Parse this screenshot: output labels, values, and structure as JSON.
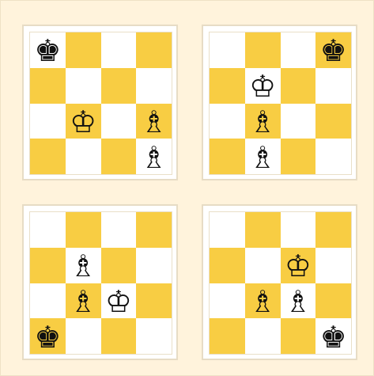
{
  "colors": {
    "page_bg": "#fff3dc",
    "panel_border": "#e7dcc5",
    "light_square": "#ffffff",
    "dark_square": "#f8cd43"
  },
  "icons": {
    "black_king": "♚",
    "white_king": "♔",
    "white_bishop": "♗"
  },
  "boards": [
    {
      "id": "top-left",
      "rows": [
        [
          {
            "piece": "black_king",
            "glyph": "♚"
          },
          null,
          null,
          null
        ],
        [
          null,
          null,
          null,
          null
        ],
        [
          null,
          {
            "piece": "white_king",
            "glyph": "♔"
          },
          null,
          {
            "piece": "white_bishop",
            "glyph": "♗"
          }
        ],
        [
          null,
          null,
          null,
          {
            "piece": "white_bishop",
            "glyph": "♗"
          }
        ]
      ]
    },
    {
      "id": "top-right",
      "rows": [
        [
          null,
          null,
          null,
          {
            "piece": "black_king",
            "glyph": "♚"
          }
        ],
        [
          null,
          {
            "piece": "white_king",
            "glyph": "♔"
          },
          null,
          null
        ],
        [
          null,
          {
            "piece": "white_bishop",
            "glyph": "♗"
          },
          null,
          null
        ],
        [
          null,
          {
            "piece": "white_bishop",
            "glyph": "♗"
          },
          null,
          null
        ]
      ]
    },
    {
      "id": "bottom-left",
      "rows": [
        [
          null,
          null,
          null,
          null
        ],
        [
          null,
          {
            "piece": "white_bishop",
            "glyph": "♗"
          },
          null,
          null
        ],
        [
          null,
          {
            "piece": "white_bishop",
            "glyph": "♗"
          },
          {
            "piece": "white_king",
            "glyph": "♔"
          },
          null
        ],
        [
          {
            "piece": "black_king",
            "glyph": "♚"
          },
          null,
          null,
          null
        ]
      ]
    },
    {
      "id": "bottom-right",
      "rows": [
        [
          null,
          null,
          null,
          null
        ],
        [
          null,
          null,
          {
            "piece": "white_king",
            "glyph": "♔"
          },
          null
        ],
        [
          null,
          {
            "piece": "white_bishop",
            "glyph": "♗"
          },
          {
            "piece": "white_bishop",
            "glyph": "♗"
          },
          null
        ],
        [
          null,
          null,
          null,
          {
            "piece": "black_king",
            "glyph": "♚"
          }
        ]
      ]
    }
  ]
}
